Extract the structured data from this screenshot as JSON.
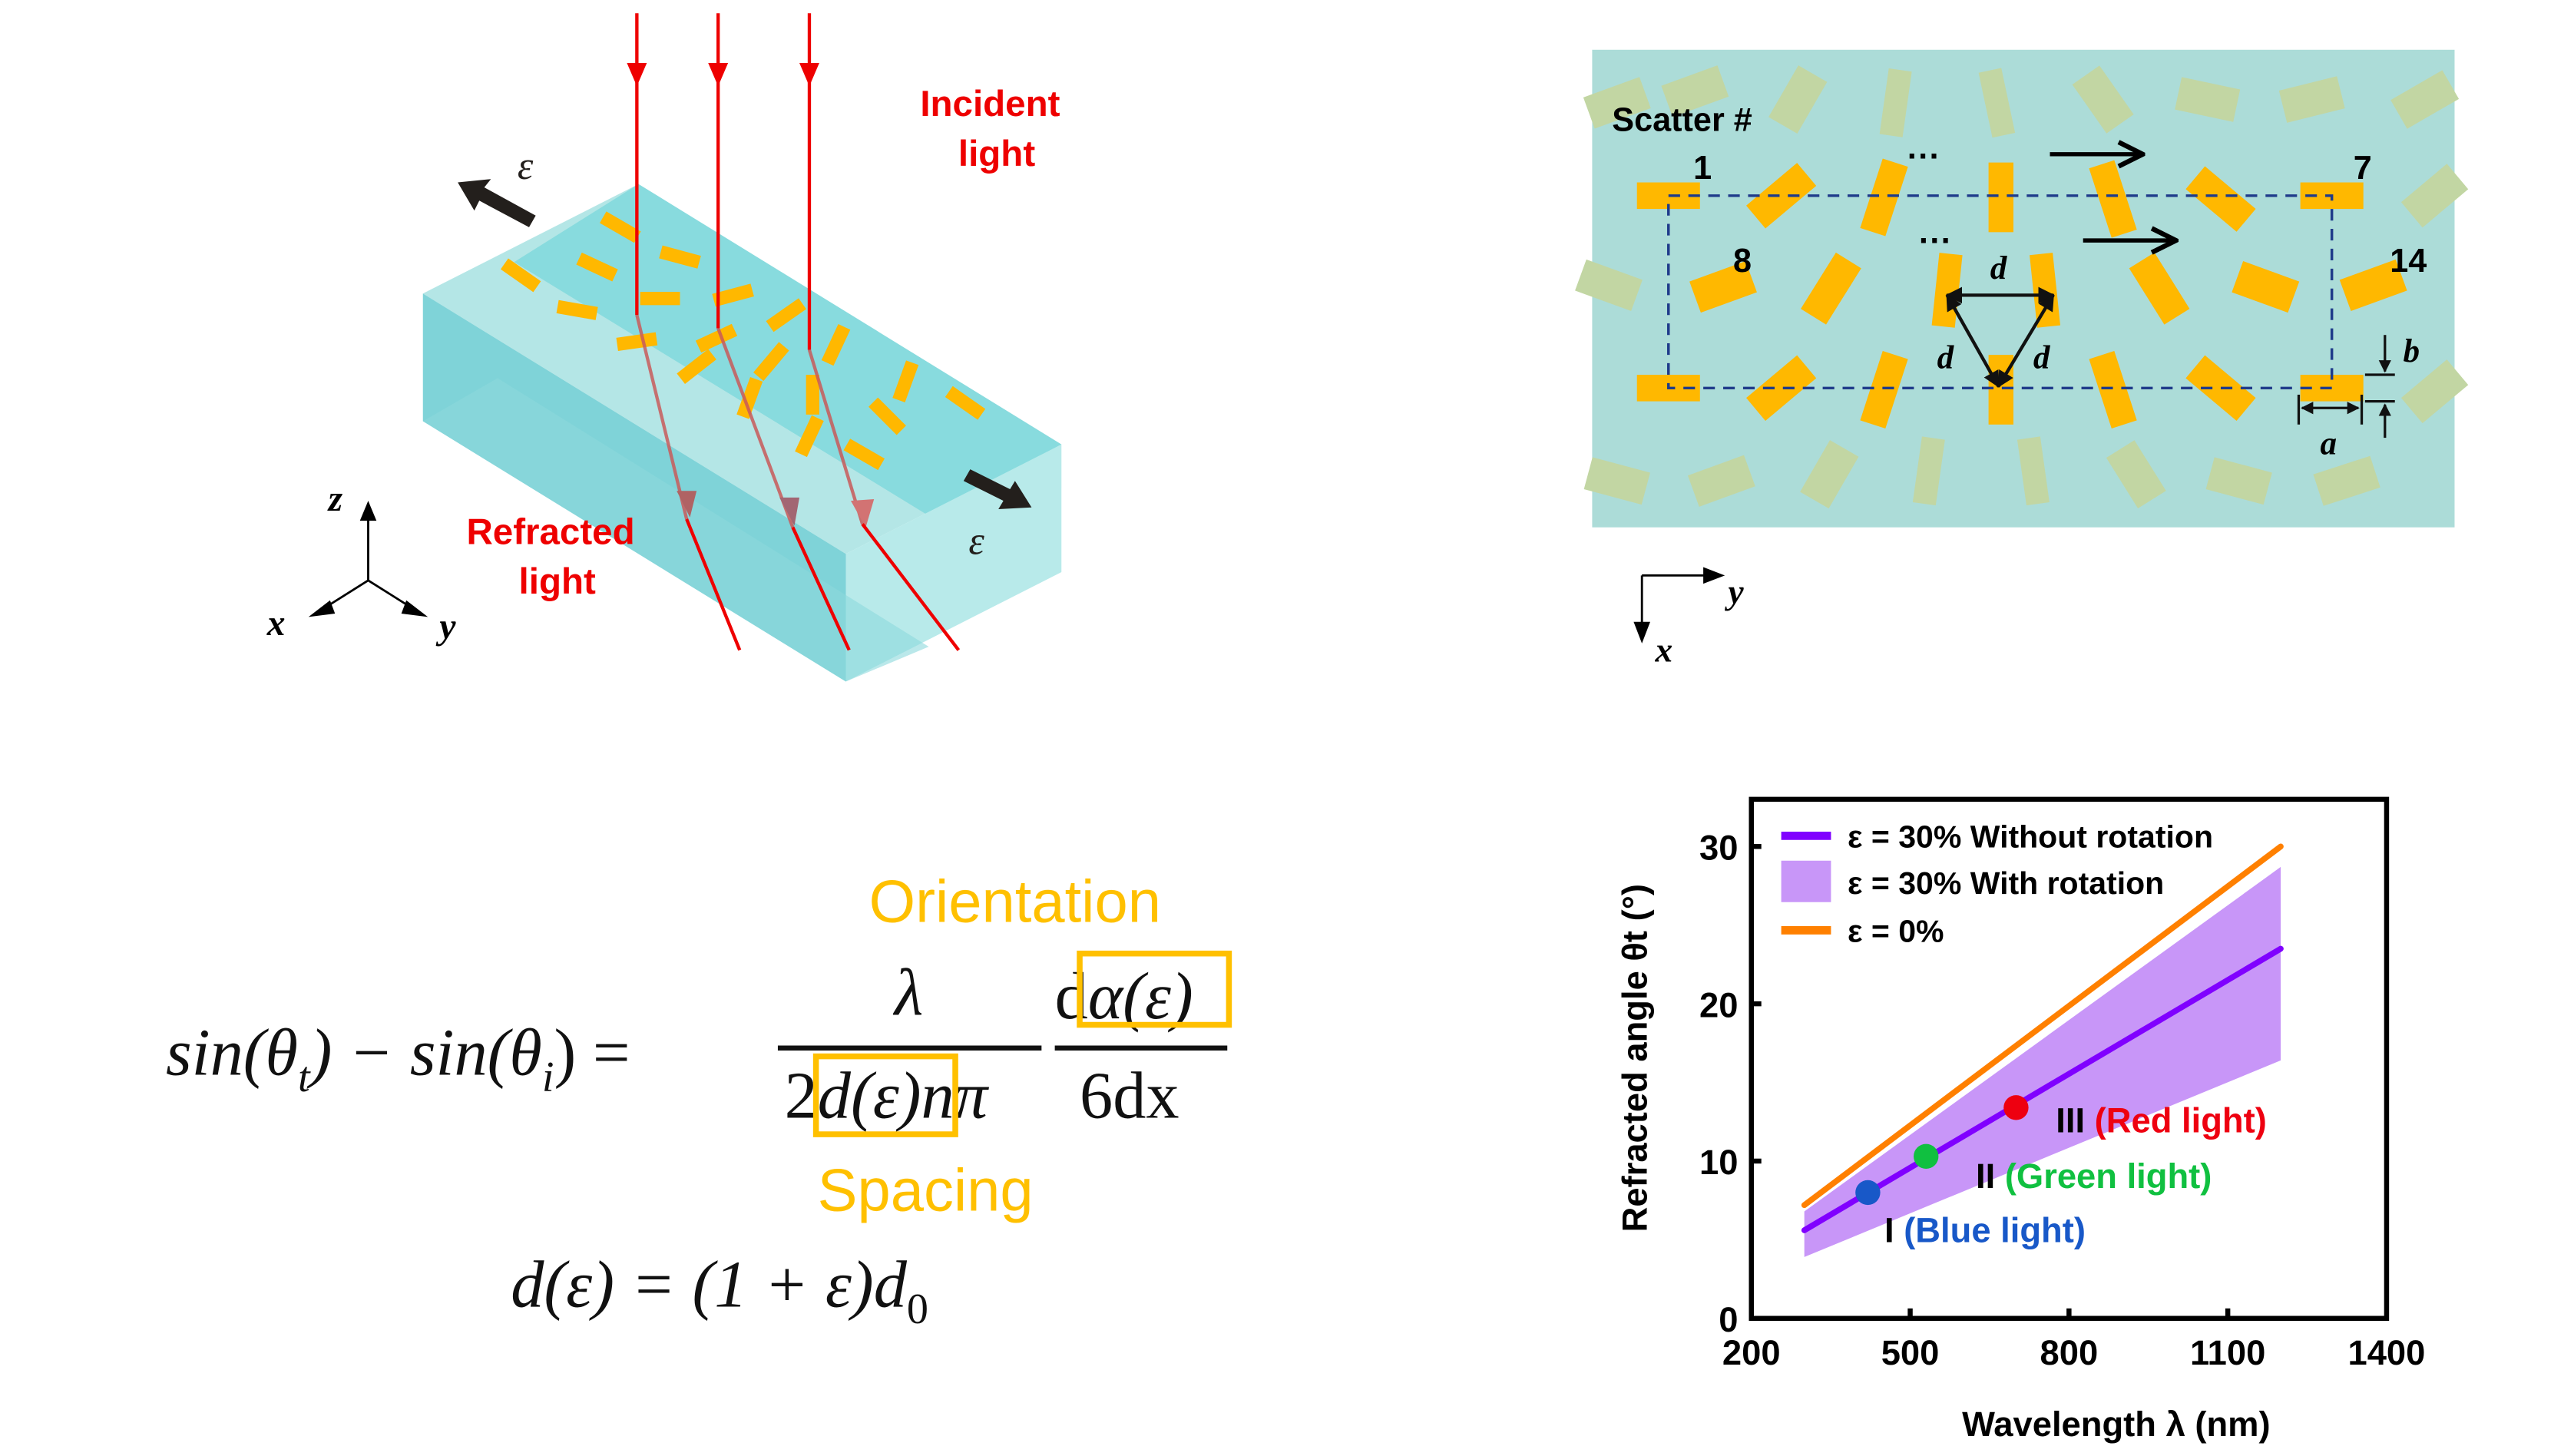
{
  "colors": {
    "light_ray": "#ee0000",
    "scatterer": "#ffb800",
    "scatterer_faded": "#c2d6a3",
    "slab_top": "#b4e6e6",
    "slab_side": "#7fd6dc",
    "slab_front": "#9fe0e2",
    "scatter_bg": "#acdcd8",
    "strain_arrow": "#231f1c",
    "highlight_box": "#ffc000",
    "dashed_cell": "#1f3b8a"
  },
  "panel_a": {
    "incident_label_line1": "Incident",
    "incident_label_line2": "light",
    "refracted_label_line1": "Refracted",
    "refracted_label_line2": "light",
    "strain_symbol": "ε",
    "axes": {
      "z": "z",
      "x": "x",
      "y": "y"
    }
  },
  "panel_b": {
    "title": "Scatter #",
    "row1_first": "1",
    "row1_last": "7",
    "row2_first": "8",
    "row2_last": "14",
    "ellipsis": "···",
    "spacing_symbol": "d",
    "width_symbol": "a",
    "height_symbol": "b",
    "axes": {
      "x": "x",
      "y": "y"
    }
  },
  "equation": {
    "orientation_label": "Orientation",
    "spacing_label": "Spacing",
    "lhs": "sin(θ",
    "lhs_sub_t": "t",
    "minus_part": ") − sin(θ",
    "lhs_sub_i": "i",
    "close_eq": ") =",
    "num1": "λ",
    "den1_prefix": "2",
    "den1_boxed": "d(ε)",
    "den1_suffix": "nπ",
    "num2_prefix": "d",
    "num2_boxed": "α(ε)",
    "den2": "6dx",
    "spacing_eq_lhs": "d(ε) = (1 + ε)d",
    "spacing_eq_sub": "0"
  },
  "chart_data": {
    "type": "line",
    "title": "",
    "xlabel": "Wavelength λ (nm)",
    "ylabel": "Refracted angle θt (°)",
    "xlim": [
      200,
      1400
    ],
    "ylim": [
      0,
      33
    ],
    "xticks": [
      200,
      500,
      800,
      1100,
      1400
    ],
    "yticks": [
      0,
      10,
      20,
      30
    ],
    "grid": false,
    "legend_position": "top-left",
    "series": [
      {
        "name": "ε = 30% Without rotation",
        "kind": "line",
        "color": "#8000ff",
        "x": [
          300,
          1200
        ],
        "y": [
          5.6,
          23.5
        ]
      },
      {
        "name": "ε = 30% With rotation",
        "kind": "band",
        "color": "#c896f8",
        "x": [
          300,
          1200
        ],
        "y_low": [
          3.9,
          16.4
        ],
        "y_high": [
          6.8,
          28.7
        ]
      },
      {
        "name": "ε = 0%",
        "kind": "line",
        "color": "#ff8000",
        "x": [
          300,
          1200
        ],
        "y": [
          7.2,
          30.0
        ]
      }
    ],
    "points": [
      {
        "label_roman": "I",
        "label": "(Blue light)",
        "x": 420,
        "y": 8.0,
        "color": "#1858c8"
      },
      {
        "label_roman": "II",
        "label": "(Green light)",
        "x": 530,
        "y": 10.3,
        "color": "#10c040"
      },
      {
        "label_roman": "III",
        "label": "(Red light)",
        "x": 700,
        "y": 13.4,
        "color": "#ee0010"
      }
    ]
  }
}
